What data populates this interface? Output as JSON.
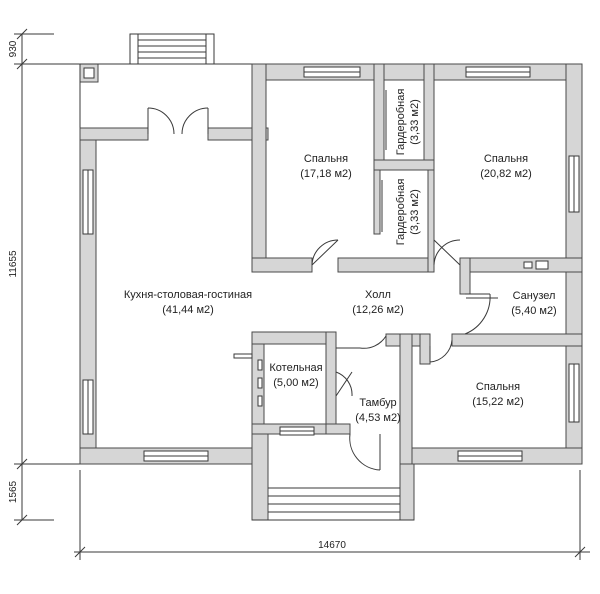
{
  "dimensions": {
    "total_width": "14670",
    "total_height": "11655",
    "top_porch": "930",
    "bottom_porch": "1565"
  },
  "rooms": {
    "bedroom_left": {
      "name": "Спальня",
      "area": "(17,18 м2)"
    },
    "bedroom_right": {
      "name": "Спальня",
      "area": "(20,82 м2)"
    },
    "wardrobe_top": {
      "name": "Гардеробная",
      "area": "(3,33 м2)"
    },
    "wardrobe_bottom": {
      "name": "Гардеробная",
      "area": "(3,33 м2)"
    },
    "living": {
      "name": "Кухня-столовая-гостиная",
      "area": "(41,44 м2)"
    },
    "hall": {
      "name": "Холл",
      "area": "(12,26 м2)"
    },
    "bathroom": {
      "name": "Санузел",
      "area": "(5,40 м2)"
    },
    "boiler": {
      "name": "Котельная",
      "area": "(5,00 м2)"
    },
    "vestibule": {
      "name": "Тамбур",
      "area": "(4,53 м2)"
    },
    "bedroom_bottom": {
      "name": "Спальня",
      "area": "(15,22 м2)"
    }
  }
}
